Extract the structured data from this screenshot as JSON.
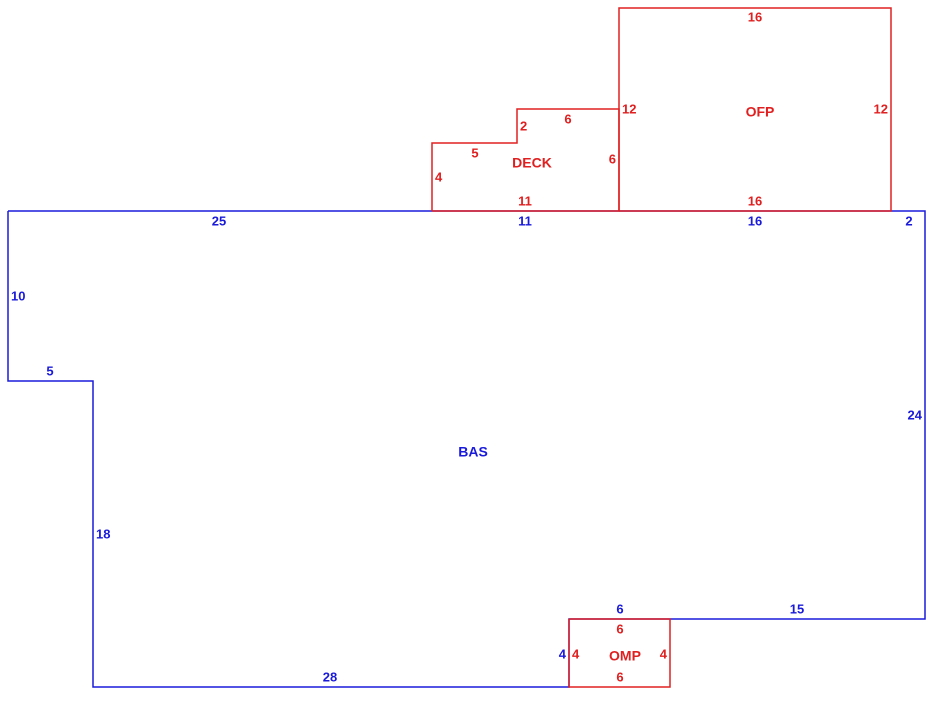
{
  "colors": {
    "bas": "#1a1adb",
    "addon": "#e02020",
    "background": "#ffffff"
  },
  "areas": {
    "bas": {
      "name": "BAS",
      "dims": {
        "top_left": "25",
        "top_mid": "11",
        "top_right": "16",
        "top_corner": "2",
        "left_upper": "10",
        "step_horizontal": "5",
        "left_lower": "18",
        "bottom": "28",
        "notch_left": "4",
        "notch_top": "6",
        "right_bottom": "15",
        "right": "24"
      }
    },
    "deck": {
      "name": "DECK",
      "dims": {
        "bottom": "11",
        "left": "4",
        "step1_horizontal": "5",
        "step_vertical": "2",
        "top": "6",
        "right": "6"
      }
    },
    "ofp": {
      "name": "OFP",
      "dims": {
        "top": "16",
        "left": "12",
        "right": "12",
        "bottom": "16"
      }
    },
    "omp": {
      "name": "OMP",
      "dims": {
        "top": "6",
        "left": "4",
        "right": "4",
        "bottom": "6"
      }
    }
  }
}
